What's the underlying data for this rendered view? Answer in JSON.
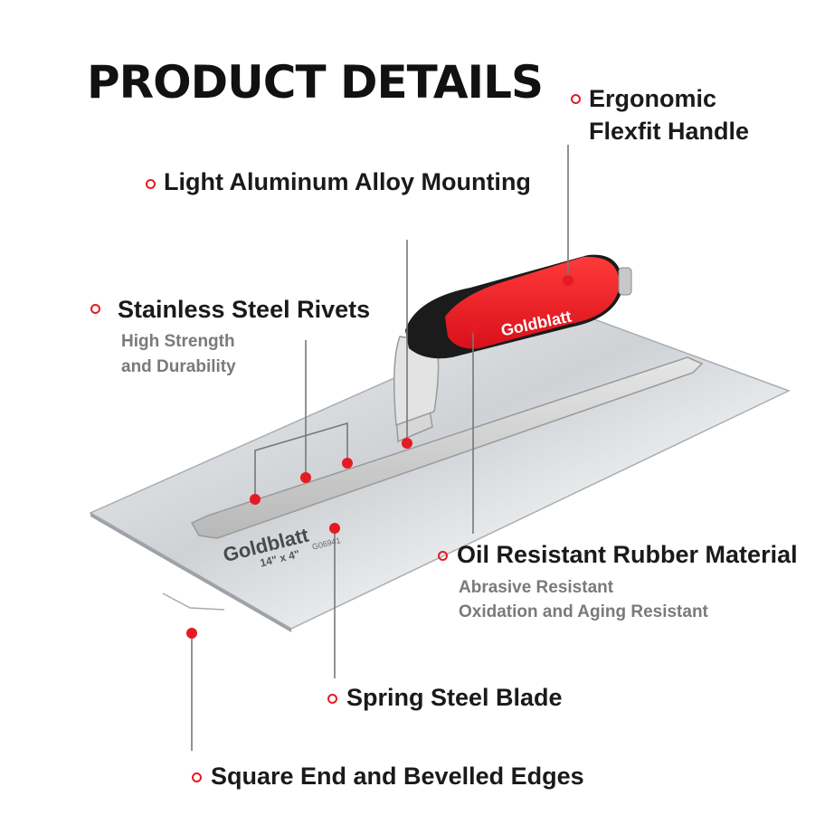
{
  "title": "PRODUCT DETAILS",
  "features": {
    "handle": {
      "line1": "Ergonomic",
      "line2": "Flexfit Handle"
    },
    "mounting": {
      "label": "Light Aluminum Alloy Mounting"
    },
    "rivets": {
      "label": "Stainless Steel Rivets",
      "sub1": "High Strength",
      "sub2": "and Durability"
    },
    "rubber": {
      "label": "Oil Resistant Rubber Material",
      "sub1": "Abrasive Resistant",
      "sub2": "Oxidation and Aging Resistant"
    },
    "blade": {
      "label": "Spring Steel Blade"
    },
    "edges": {
      "label": "Square End and Bevelled Edges"
    }
  },
  "product": {
    "brand": "Goldblatt",
    "size": "14\" x 4\"",
    "model": "G06941"
  },
  "colors": {
    "accent": "#e51b23",
    "handle": "#f0161f",
    "text": "#1a1a1a",
    "subtext": "#7a7a7a"
  }
}
